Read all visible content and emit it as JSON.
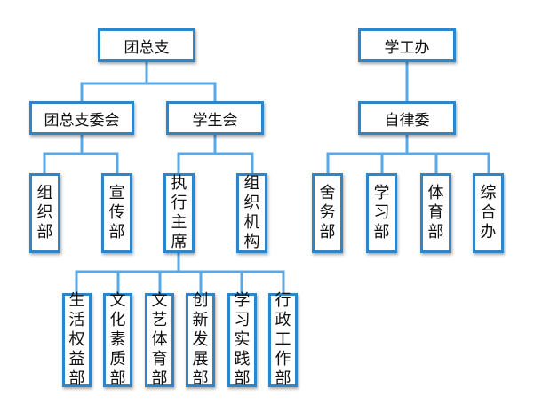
{
  "diagram": {
    "line_color": "#5aa9e6",
    "border_color": "#2e86c8",
    "nodes": {
      "tuanzongzhi": "团总支",
      "xuegongban": "学工办",
      "tuanzongzhi_weiyuanhui": "团总支委会",
      "xueshenghui": "学生会",
      "zilvwei": "自律委",
      "zuzhibu": "组织部",
      "xuanchuanbu": "宣传部",
      "zhixing_zhuxi": "执行主席",
      "zuzhi_jigou": "组织机构",
      "shewubu": "舍务部",
      "xuexibu": "学习部",
      "tiyubu": "体育部",
      "zonghe_ban": "综合办",
      "shenghuo_quanyibu": "生活权益部",
      "wenhua_suzhibu": "文化素质部",
      "wenyi_tiyubu": "文艺体育部",
      "chuangxin_fazhanbu": "创新发展部",
      "xuexi_shijianbu": "学习实践部",
      "xingzheng_gongzuobu": "行政工作部"
    }
  }
}
